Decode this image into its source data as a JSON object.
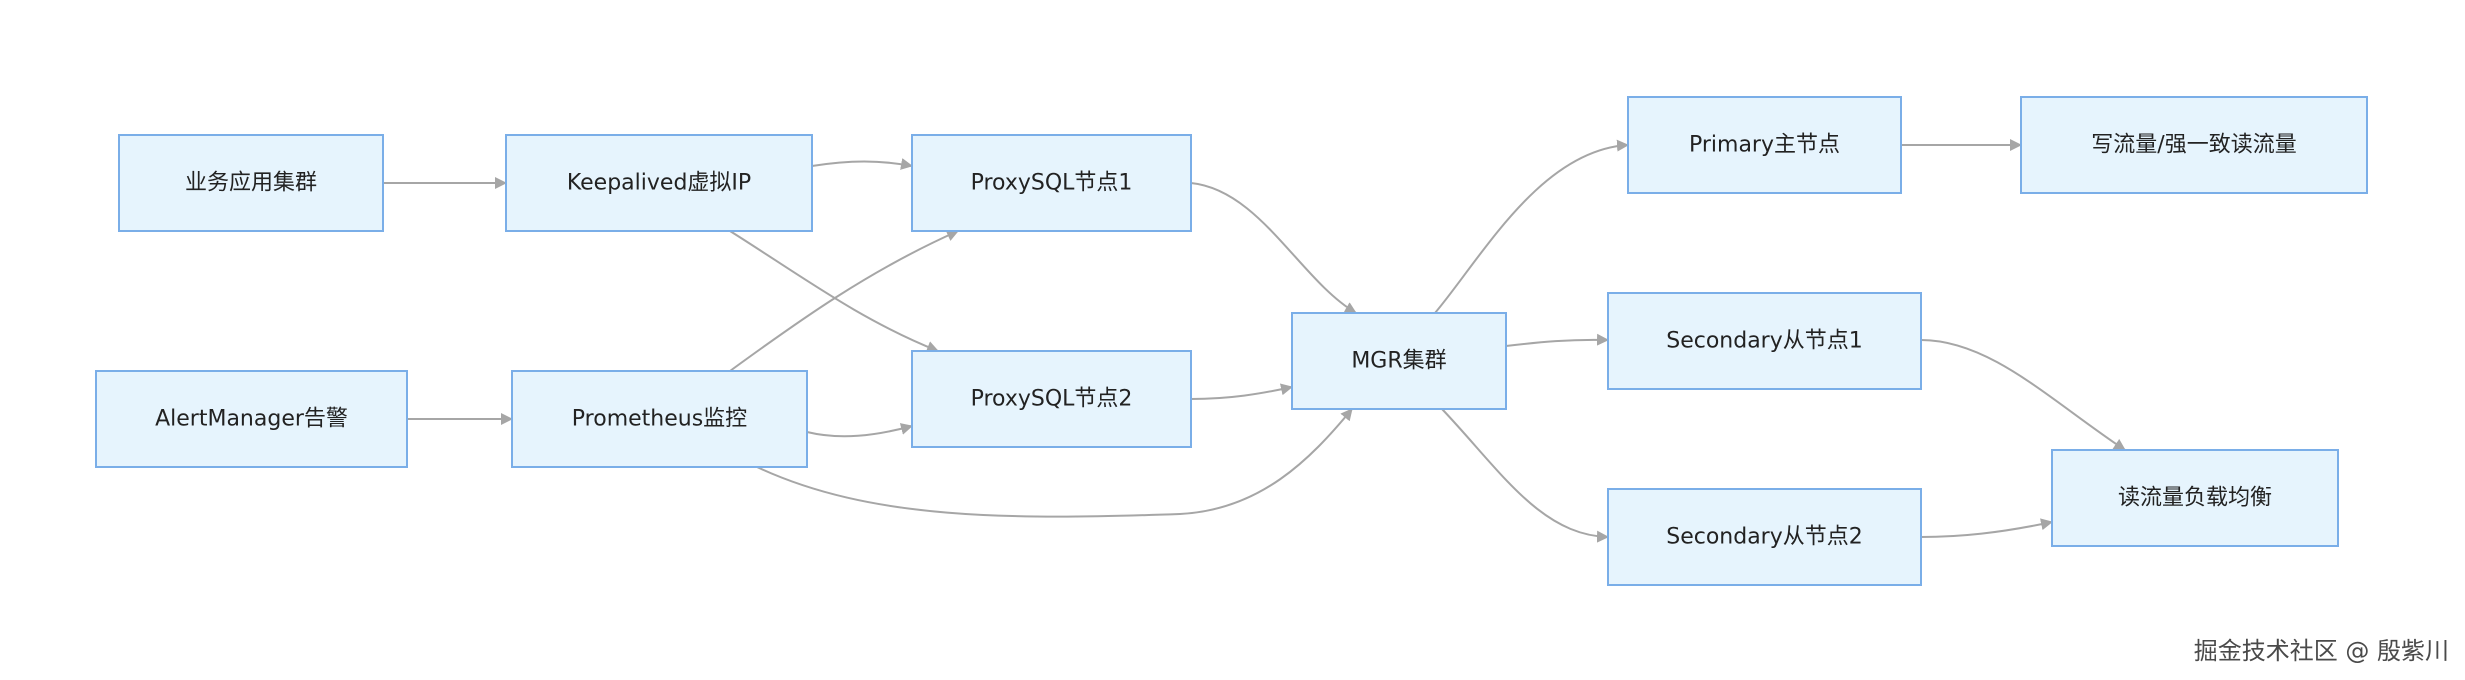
{
  "nodes": [
    {
      "id": "business-apps",
      "label": "业务应用集群"
    },
    {
      "id": "keepalived-vip",
      "label": "Keepalived虚拟IP"
    },
    {
      "id": "proxysql-1",
      "label": "ProxySQL节点1"
    },
    {
      "id": "proxysql-2",
      "label": "ProxySQL节点2"
    },
    {
      "id": "alertmanager",
      "label": "AlertManager告警"
    },
    {
      "id": "prometheus",
      "label": "Prometheus监控"
    },
    {
      "id": "mgr-cluster",
      "label": "MGR集群"
    },
    {
      "id": "primary",
      "label": "Primary主节点"
    },
    {
      "id": "write-traffic",
      "label": "写流量/强一致读流量"
    },
    {
      "id": "secondary-1",
      "label": "Secondary从节点1"
    },
    {
      "id": "secondary-2",
      "label": "Secondary从节点2"
    },
    {
      "id": "read-lb",
      "label": "读流量负载均衡"
    }
  ],
  "edges": [
    {
      "from": "business-apps",
      "to": "keepalived-vip"
    },
    {
      "from": "keepalived-vip",
      "to": "proxysql-1"
    },
    {
      "from": "keepalived-vip",
      "to": "proxysql-2"
    },
    {
      "from": "alertmanager",
      "to": "prometheus"
    },
    {
      "from": "prometheus",
      "to": "proxysql-1"
    },
    {
      "from": "prometheus",
      "to": "proxysql-2"
    },
    {
      "from": "prometheus",
      "to": "mgr-cluster"
    },
    {
      "from": "proxysql-1",
      "to": "mgr-cluster"
    },
    {
      "from": "proxysql-2",
      "to": "mgr-cluster"
    },
    {
      "from": "mgr-cluster",
      "to": "primary"
    },
    {
      "from": "mgr-cluster",
      "to": "secondary-1"
    },
    {
      "from": "mgr-cluster",
      "to": "secondary-2"
    },
    {
      "from": "primary",
      "to": "write-traffic"
    },
    {
      "from": "secondary-1",
      "to": "read-lb"
    },
    {
      "from": "secondary-2",
      "to": "read-lb"
    }
  ],
  "watermark": "掘金技术社区 @ 殷紫川"
}
